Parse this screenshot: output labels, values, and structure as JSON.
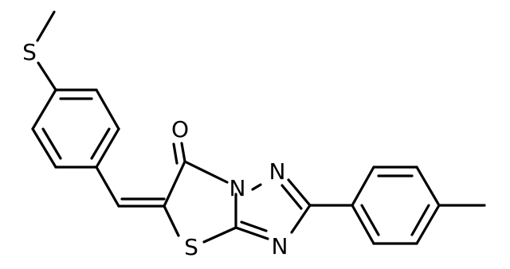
{
  "molecule": {
    "atoms": {
      "sulfur_methylthio": "S",
      "oxygen": "O",
      "nitrogen_bridgehead": "N",
      "nitrogen_n1": "N",
      "nitrogen_n4": "N",
      "sulfur_ring": "S"
    }
  },
  "colors": {
    "line": "#000000",
    "background": "#ffffff"
  }
}
